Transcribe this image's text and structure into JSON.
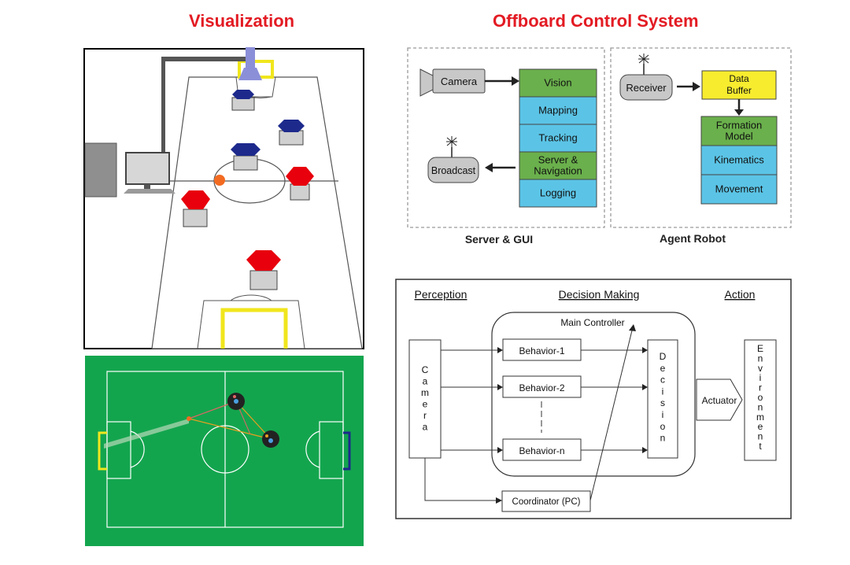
{
  "headings": {
    "left": "Visualization",
    "right": "Offboard Control System"
  },
  "server_gui": {
    "caption": "Server & GUI",
    "camera": "Camera",
    "broadcast": "Broadcast",
    "stack": [
      {
        "lines": [
          "Vision"
        ],
        "color": "#6ab04c"
      },
      {
        "lines": [
          "Mapping"
        ],
        "color": "#5bc4e6"
      },
      {
        "lines": [
          "Tracking"
        ],
        "color": "#5bc4e6"
      },
      {
        "lines": [
          "Server &",
          "Navigation"
        ],
        "color": "#6ab04c"
      },
      {
        "lines": [
          "Logging"
        ],
        "color": "#5bc4e6"
      }
    ]
  },
  "agent_robot": {
    "caption": "Agent Robot",
    "receiver": "Receiver",
    "data_buffer": [
      "Data",
      "Buffer"
    ],
    "stack": [
      {
        "lines": [
          "Formation",
          "Model"
        ],
        "color": "#6ab04c"
      },
      {
        "lines": [
          "Kinematics"
        ],
        "color": "#5bc4e6"
      },
      {
        "lines": [
          "Movement"
        ],
        "color": "#5bc4e6"
      }
    ]
  },
  "architecture": {
    "perception": "Perception",
    "decision_making": "Decision Making",
    "action": "Action",
    "main_controller": "Main Controller",
    "camera_letters": [
      "C",
      "a",
      "m",
      "e",
      "r",
      "a"
    ],
    "decision_letters": [
      "D",
      "e",
      "c",
      "i",
      "s",
      "i",
      "o",
      "n"
    ],
    "environment_letters": [
      "E",
      "n",
      "v",
      "i",
      "r",
      "o",
      "n",
      "m",
      "e",
      "n",
      "t"
    ],
    "behaviors": [
      "Behavior-1",
      "Behavior-2",
      "Behavior-n"
    ],
    "actuator": "Actuator",
    "coordinator": "Coordinator (PC)"
  },
  "colors": {
    "heading": "#e31b23",
    "field_green": "#13a54e",
    "robot_red": "#e8000d",
    "robot_blue": "#1d2a8c",
    "buffer_yellow": "#f7ec2e",
    "goal_yellow": "#f0e61d",
    "ball_orange": "#f26b21"
  }
}
